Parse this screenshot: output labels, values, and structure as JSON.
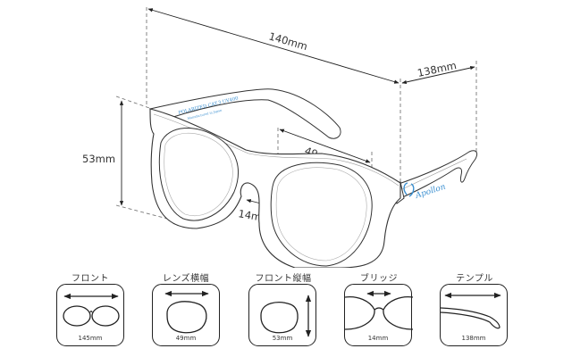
{
  "diagram": {
    "subject": "Sunglasses frame size diagram",
    "dimensions": {
      "total_width": "140mm",
      "temple_length": "138mm",
      "frame_height": "53mm",
      "lens_width": "49mm",
      "bridge_width": "14mm"
    },
    "temple_print": {
      "line1": "POLARIZED CAT.3 UV400",
      "line2": "Manufactured in Japan"
    },
    "brand_logo": "Apollon",
    "colors": {
      "line": "#333333",
      "brand": "#3a8fd0",
      "dash": "#777777"
    }
  },
  "cards": [
    {
      "label": "フロント",
      "value": "145mm",
      "icon": "front-width-icon"
    },
    {
      "label": "レンズ横幅",
      "value": "49mm",
      "icon": "lens-width-icon"
    },
    {
      "label": "フロント縦幅",
      "value": "53mm",
      "icon": "frame-height-icon"
    },
    {
      "label": "ブリッジ",
      "value": "14mm",
      "icon": "bridge-icon"
    },
    {
      "label": "テンプル",
      "value": "138mm",
      "icon": "temple-icon"
    }
  ]
}
